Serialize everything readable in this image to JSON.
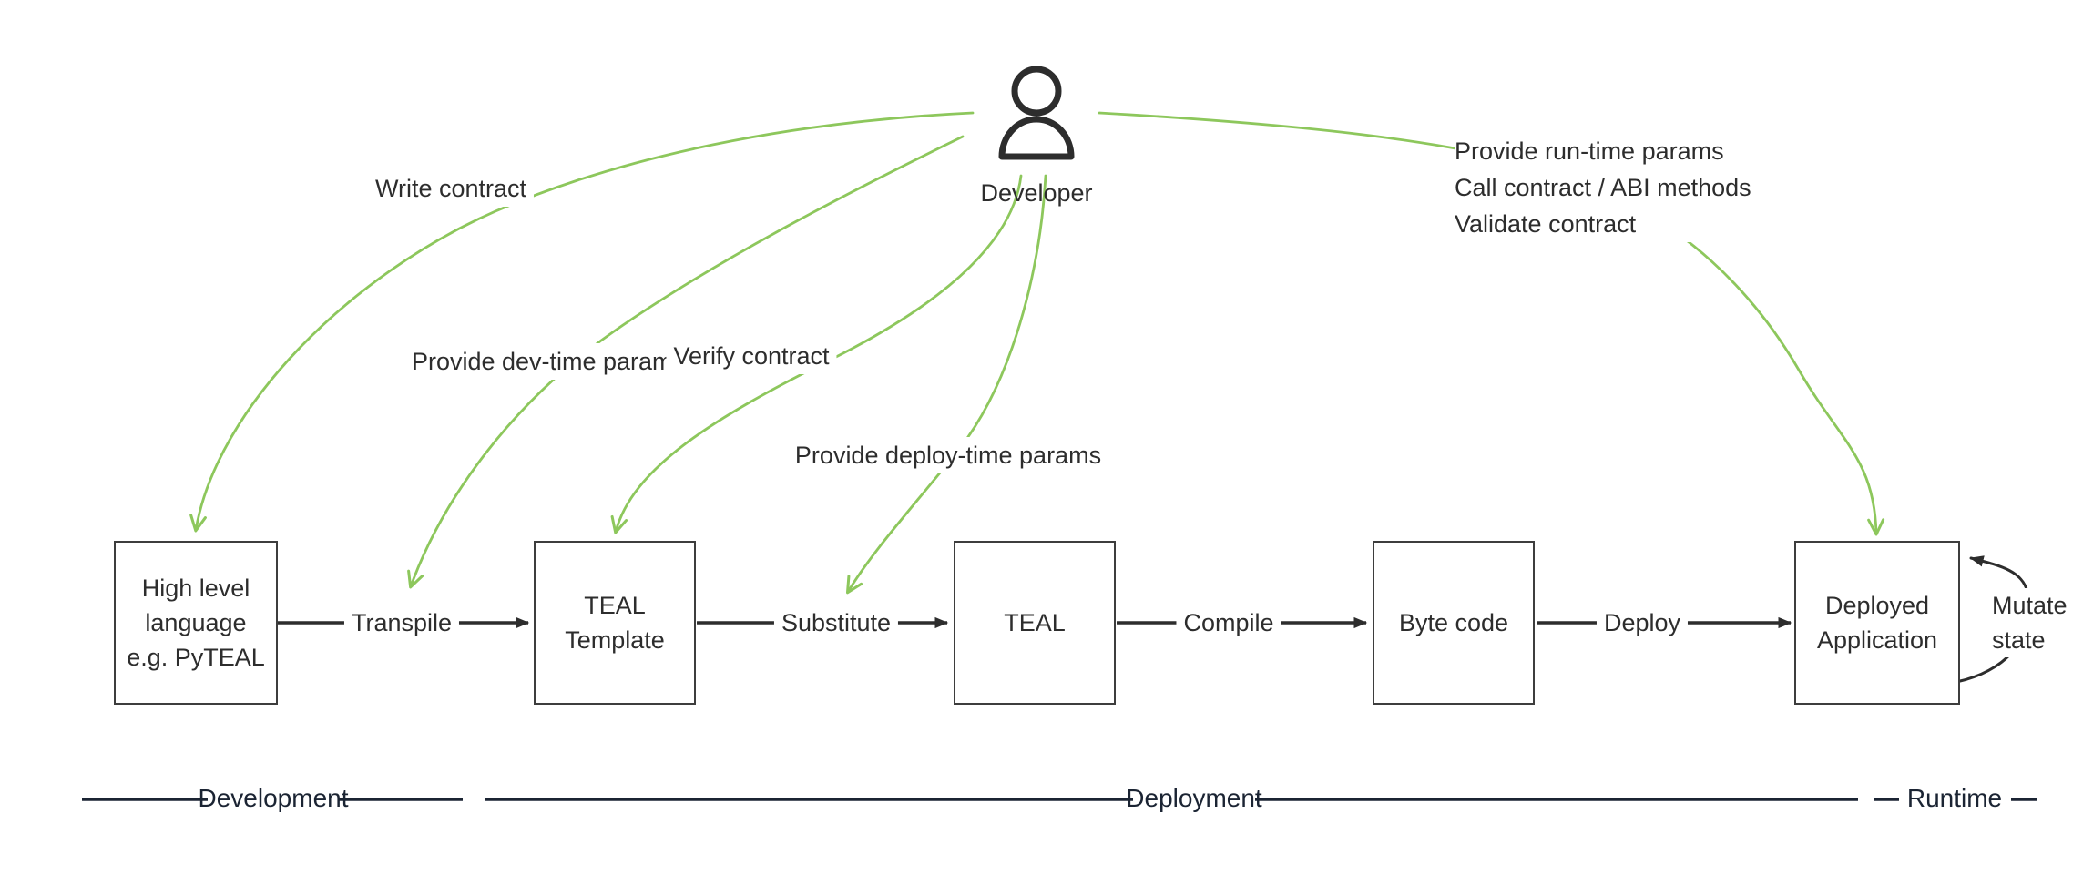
{
  "theme": {
    "accent_green": "#8dc75c",
    "ink": "#2d2d2d",
    "box_border": "#3d3d3d",
    "phase_color": "#1b2433",
    "background": "#ffffff"
  },
  "actor": {
    "label": "Developer"
  },
  "boxes": [
    {
      "id": "high-level-language",
      "label": "High level\nlanguage\ne.g. PyTEAL"
    },
    {
      "id": "teal-template",
      "label": "TEAL\nTemplate"
    },
    {
      "id": "teal",
      "label": "TEAL"
    },
    {
      "id": "byte-code",
      "label": "Byte code"
    },
    {
      "id": "deployed-application",
      "label": "Deployed\nApplication"
    }
  ],
  "edges": [
    {
      "label": "Transpile"
    },
    {
      "label": "Substitute"
    },
    {
      "label": "Compile"
    },
    {
      "label": "Deploy"
    }
  ],
  "actions": [
    {
      "label": "Write contract"
    },
    {
      "label": "Provide dev-time params"
    },
    {
      "label": "Verify contract"
    },
    {
      "label": "Provide deploy-time params"
    },
    {
      "label": "Provide run-time params\nCall contract / ABI methods\nValidate contract"
    }
  ],
  "loop": {
    "label": "Mutate\nstate"
  },
  "phases": [
    {
      "label": "Development"
    },
    {
      "label": "Deployment"
    },
    {
      "label": "Runtime"
    }
  ]
}
